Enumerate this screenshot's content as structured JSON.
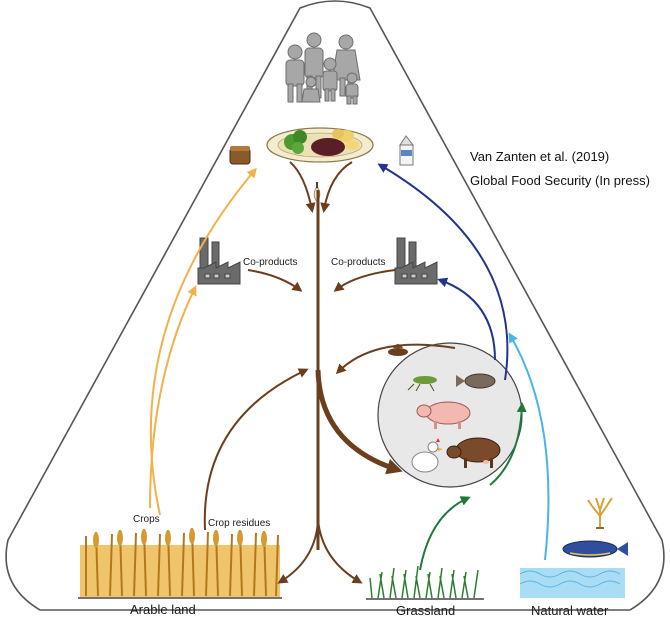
{
  "citation": {
    "line1": "Van Zanten et al. (2019)",
    "line2": "Global Food Security (In press)"
  },
  "labels": {
    "co_products_left": "Co-products",
    "co_products_right": "Co-products",
    "crops": "Crops",
    "crop_residues": "Crop residues",
    "arable_land": "Arable land",
    "grassland": "Grassland",
    "natural_water": "Natural water"
  },
  "colors": {
    "arable_flow": "#f3b14a",
    "livestock_flow": "#6b3f1d",
    "aquatic_flow": "#24348c",
    "water_flow": "#49b4e8",
    "grass_flow": "#1f7a3a",
    "triangle": "#555555"
  }
}
